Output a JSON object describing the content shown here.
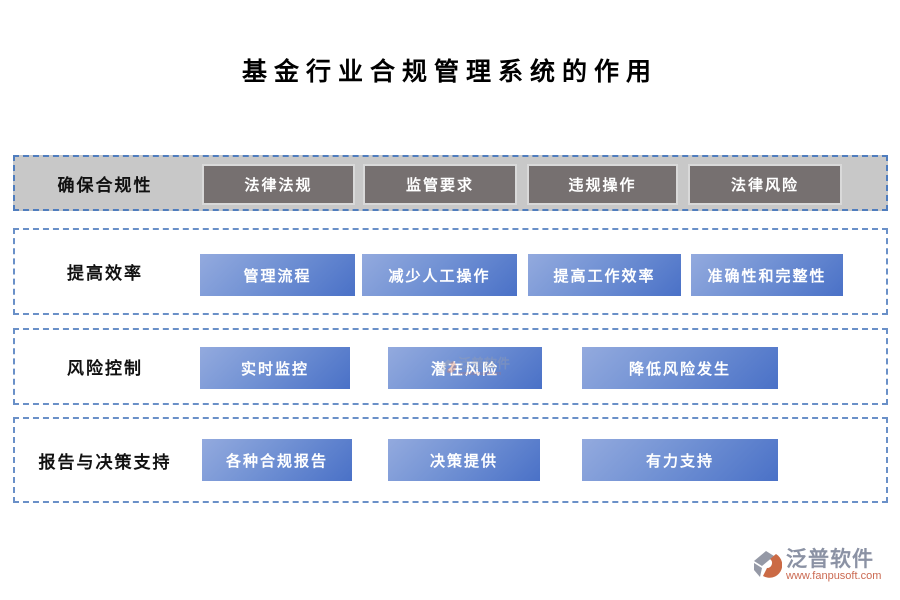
{
  "title": "基金行业合规管理系统的作用",
  "diagram": {
    "rows": [
      {
        "label": "确保合规性",
        "style": "gray",
        "buttons": [
          "法律法规",
          "监管要求",
          "违规操作",
          "法律风险"
        ]
      },
      {
        "label": "提高效率",
        "style": "blue",
        "buttons": [
          "管理流程",
          "减少人工操作",
          "提高工作效率",
          "准确性和完整性"
        ]
      },
      {
        "label": "风险控制",
        "style": "blue",
        "buttons": [
          "实时监控",
          "潜在风险",
          "降低风险发生"
        ]
      },
      {
        "label": "报告与决策支持",
        "style": "blue",
        "buttons": [
          "各种合规报告",
          "决策提供",
          "有力支持"
        ]
      }
    ]
  },
  "branding": {
    "name": "泛普软件",
    "url": "www.fanpusoft.com"
  },
  "colors": {
    "accent_blue": "#4472c4",
    "row1_bg": "#c8c8c8",
    "dark_button": "#767070",
    "blue_gradient_start": "#93aade",
    "blue_gradient_end": "#4a71c7",
    "logo_text": "#8b92a4",
    "logo_url": "#cb6a52"
  }
}
